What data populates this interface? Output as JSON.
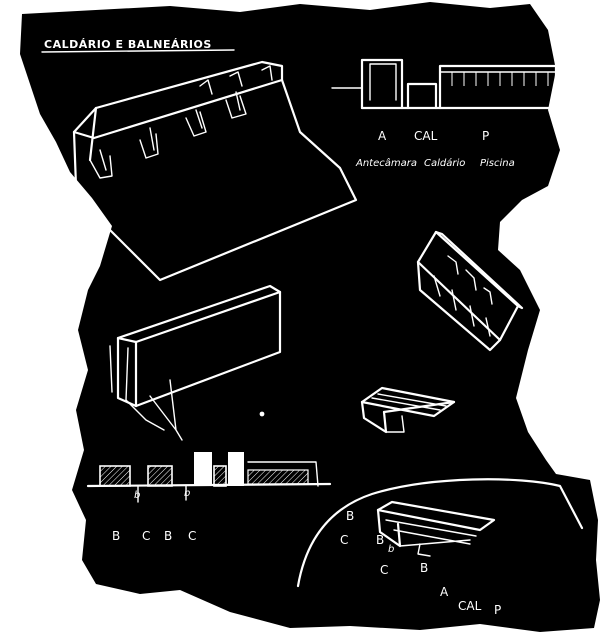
{
  "title": "CALDÁRIO E BALNEÁRIOS",
  "section_labels": {
    "a": "A",
    "cal": "CAL",
    "p": "P"
  },
  "section_captions": {
    "a": "Antecâmara",
    "cal": "Caldário",
    "p": "Piscina"
  },
  "plan_labels": {
    "b1": "B",
    "c1": "C",
    "b2": "B",
    "c2": "C"
  },
  "detail_labels": {
    "b_top": "B",
    "c_left": "C",
    "b_mid": "B",
    "b_small": "b",
    "c_bottom": "C",
    "b_bottom": "B",
    "a": "A",
    "cal": "CAL",
    "p": "P"
  },
  "colors": {
    "background": "#000000",
    "chalk": "#ffffff",
    "page": "#ffffff"
  }
}
